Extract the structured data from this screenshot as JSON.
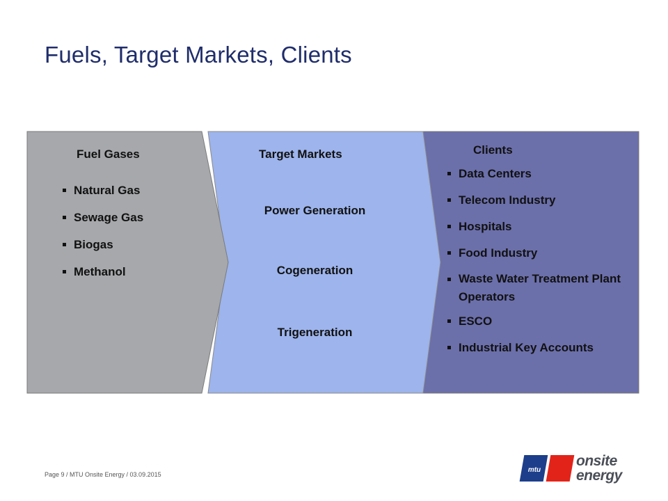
{
  "slide": {
    "title": "Fuels, Target Markets, Clients",
    "footer": "Page 9 / MTU Onsite Energy / 03.09.2015"
  },
  "fuel_gases": {
    "heading": "Fuel Gases",
    "items": [
      "Natural Gas",
      "Sewage Gas",
      "Biogas",
      "Methanol"
    ],
    "color": "#a6a8ab"
  },
  "target_markets": {
    "heading": "Target Markets",
    "items": [
      "Power Generation",
      "Cogeneration",
      "Trigeneration"
    ],
    "color": "#9db4ec"
  },
  "clients": {
    "heading": "Clients",
    "items": [
      "Data Centers",
      "Telecom Industry",
      "Hospitals",
      "Food Industry",
      "Waste Water Treatment Plant Operators",
      "ESCO",
      "Industrial Key Accounts"
    ],
    "color": "#6b6faa"
  },
  "logo": {
    "badge": "mtu",
    "word_1": "onsite",
    "word_2": "energy",
    "colors": {
      "blue": "#1d3e8a",
      "red": "#e2231a"
    }
  }
}
